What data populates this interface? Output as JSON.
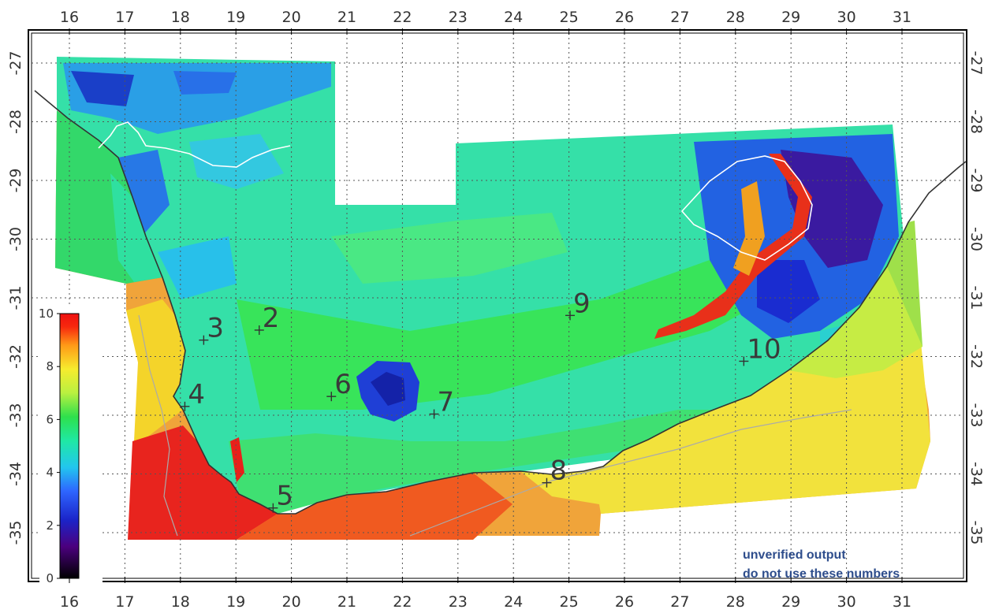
{
  "map": {
    "lon_ticks": [
      "16",
      "17",
      "18",
      "19",
      "20",
      "21",
      "22",
      "23",
      "24",
      "25",
      "26",
      "27",
      "28",
      "29",
      "30",
      "31"
    ],
    "lat_ticks": [
      "-27",
      "-28",
      "-29",
      "-30",
      "-31",
      "-32",
      "-33",
      "-34",
      "-35"
    ],
    "lon_range": [
      15.3,
      31.9
    ],
    "lat_range": [
      -35.8,
      -26.6
    ],
    "grid": "dotted",
    "sites": [
      {
        "label": "2",
        "lon": 19.42,
        "lat": -31.55
      },
      {
        "label": "3",
        "lon": 18.42,
        "lat": -31.72
      },
      {
        "label": "4",
        "lon": 18.08,
        "lat": -32.85
      },
      {
        "label": "5",
        "lon": 19.67,
        "lat": -34.58
      },
      {
        "label": "6",
        "lon": 20.72,
        "lat": -32.68
      },
      {
        "label": "7",
        "lon": 22.57,
        "lat": -32.98
      },
      {
        "label": "8",
        "lon": 24.6,
        "lat": -34.15
      },
      {
        "label": "9",
        "lon": 25.02,
        "lat": -31.3
      },
      {
        "label": "10",
        "lon": 28.15,
        "lat": -32.08
      }
    ]
  },
  "colorbar": {
    "ticks": [
      "10",
      "8",
      "6",
      "4",
      "2",
      "0"
    ],
    "min": 0,
    "max": 10,
    "stops": [
      "#000000",
      "#4b007e",
      "#1b24c8",
      "#2e66ff",
      "#22c7ee",
      "#1fe8a4",
      "#2ee04c",
      "#b9f040",
      "#f6ec2e",
      "#ff9a17",
      "#f7280e",
      "#ee1010"
    ]
  },
  "note": {
    "line1": "unverified output",
    "line2": "do not use these numbers"
  },
  "colors": {
    "note": "#2e4d8c",
    "coastline": "#333333",
    "border": "#ffffff"
  }
}
